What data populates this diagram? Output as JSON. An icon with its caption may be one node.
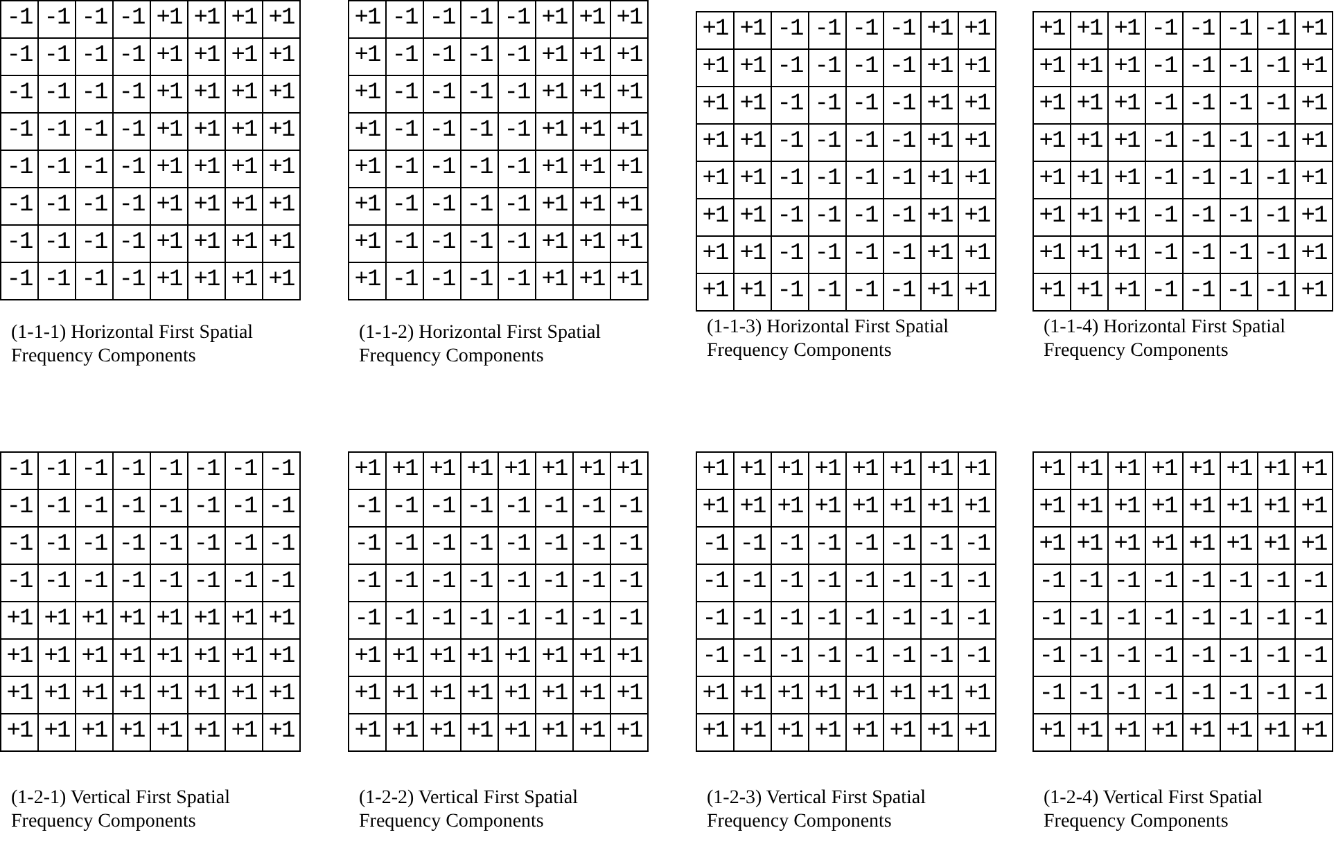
{
  "diagram": {
    "labels": [
      "-1",
      "-1",
      "-1",
      "-1",
      "+1",
      "+1",
      "+1",
      "+1",
      "-1",
      "-1",
      "-1",
      "-1",
      "+1",
      "+1",
      "+1",
      "+1",
      "-1",
      "-1",
      "-1",
      "-1",
      "+1",
      "+1",
      "+1",
      "+1",
      "-1",
      "-1",
      "-1",
      "-1",
      "+1",
      "+1",
      "+1",
      "+1",
      "-1",
      "-1",
      "-1",
      "-1",
      "+1",
      "+1",
      "+1",
      "+1",
      "-1",
      "-1",
      "-1",
      "-1",
      "+1",
      "+1",
      "+1",
      "+1",
      "-1",
      "-1",
      "-1",
      "-1",
      "+1",
      "+1",
      "+1",
      "+1",
      "-1",
      "-1",
      "-1",
      "-1",
      "+1",
      "+1",
      "+1",
      "+1",
      "+1",
      "-1",
      "-1",
      "-1",
      "-1",
      "+1",
      "+1",
      "+1",
      "+1",
      "-1",
      "-1",
      "-1",
      "-1",
      "+1",
      "+1",
      "+1",
      "+1",
      "-1",
      "-1",
      "-1",
      "-1",
      "+1",
      "+1",
      "+1",
      "+1",
      "-1",
      "-1",
      "-1",
      "-1",
      "+1",
      "+1",
      "+1",
      "+1",
      "-1",
      "-1",
      "-1",
      "-1",
      "+1",
      "+1",
      "+1",
      "+1",
      "-1",
      "-1",
      "-1",
      "-1",
      "+1",
      "+1",
      "+1",
      "+1",
      "-1",
      "-1",
      "-1",
      "-1",
      "+1",
      "+1",
      "+1",
      "+1",
      "-1",
      "-1",
      "-1",
      "-1",
      "+1",
      "+1",
      "+1",
      "+1",
      "+1",
      "-1",
      "-1",
      "-1",
      "-1",
      "+1",
      "+1",
      "+1",
      "+1",
      "-1",
      "-1",
      "-1",
      "-1",
      "+1",
      "+1",
      "+1",
      "+1",
      "-1",
      "-1",
      "-1",
      "-1",
      "+1",
      "+1",
      "+1",
      "+1",
      "-1",
      "-1",
      "-1",
      "-1",
      "+1",
      "+1",
      "+1",
      "+1",
      "-1",
      "-1",
      "-1",
      "-1",
      "+1",
      "+1",
      "+1",
      "+1",
      "-1",
      "-1",
      "-1",
      "-1",
      "+1",
      "+1",
      "+1",
      "+1",
      "-1",
      "-1",
      "-1",
      "-1",
      "+1",
      "+1",
      "+1",
      "+1",
      "-1",
      "-1",
      "-1",
      "-1",
      "+1",
      "+1",
      "+1",
      "+1",
      "+1",
      "-1",
      "-1",
      "-1",
      "-1",
      "+1",
      "+1",
      "+1",
      "+1",
      "-1",
      "-1",
      "-1",
      "-1",
      "+1",
      "+1",
      "+1",
      "+1",
      "-1",
      "-1",
      "-1",
      "-1",
      "+1",
      "+1",
      "+1",
      "+1",
      "-1",
      "-1",
      "-1",
      "-1",
      "+1",
      "+1",
      "+1",
      "+1",
      "-1",
      "-1",
      "-1",
      "-1",
      "+1",
      "+1",
      "+1",
      "+1",
      "-1",
      "-1",
      "-1",
      "-1",
      "+1",
      "+1",
      "+1",
      "+1",
      "-1",
      "-1",
      "-1",
      "-1",
      "+1",
      "+1",
      "+1",
      "+1",
      "-1",
      "-1",
      "-1",
      "-1",
      "+1",
      "(1-1-1) Horizontal First Spatial Frequency Components",
      "(1-1-2) Horizontal First Spatial Frequency Components",
      "(1-1-3) Horizontal First Spatial Frequency Components",
      "(1-1-4) Horizontal First Spatial Frequency Components",
      "-1",
      "-1",
      "-1",
      "-1",
      "-1",
      "-1",
      "-1",
      "-1",
      "-1",
      "-1",
      "-1",
      "-1",
      "-1",
      "-1",
      "-1",
      "-1",
      "-1",
      "-1",
      "-1",
      "-1",
      "-1",
      "-1",
      "-1",
      "-1",
      "-1",
      "-1",
      "-1",
      "-1",
      "-1",
      "-1",
      "-1",
      "-1",
      "+1",
      "+1",
      "+1",
      "+1",
      "+1",
      "+1",
      "+1",
      "+1",
      "+1",
      "+1",
      "+1",
      "+1",
      "+1",
      "+1",
      "+1",
      "+1",
      "+1",
      "+1",
      "+1",
      "+1",
      "+1",
      "+1",
      "+1",
      "+1",
      "+1",
      "+1",
      "+1",
      "+1",
      "+1",
      "+1",
      "+1",
      "+1",
      "+1",
      "+1",
      "+1",
      "+1",
      "+1",
      "+1",
      "+1",
      "+1",
      "-1",
      "-1",
      "-1",
      "-1",
      "-1",
      "-1",
      "-1",
      "-1",
      "-1",
      "-1",
      "-1",
      "-1",
      "-1",
      "-1",
      "-1",
      "-1",
      "-1",
      "-1",
      "-1",
      "-1",
      "-1",
      "-1",
      "-1",
      "-1",
      "-1",
      "-1",
      "-1",
      "-1",
      "-1",
      "-1",
      "-1",
      "-1",
      "+1",
      "+1",
      "+1",
      "+1",
      "+1",
      "+1",
      "+1",
      "+1",
      "+1",
      "+1",
      "+1",
      "+1",
      "+1",
      "+1",
      "+1",
      "+1",
      "+1",
      "+1",
      "+1",
      "+1",
      "+1",
      "+1",
      "+1",
      "+1",
      "+1",
      "+1",
      "+1",
      "+1",
      "+1",
      "+1",
      "+1",
      "+1",
      "+1",
      "+1",
      "+1",
      "+1",
      "+1",
      "+1",
      "+1",
      "+1",
      "-1",
      "-1",
      "-1",
      "-1",
      "-1",
      "-1",
      "-1",
      "-1",
      "-1",
      "-1",
      "-1",
      "-1",
      "-1",
      "-1",
      "-1",
      "-1",
      "-1",
      "-1",
      "-1",
      "-1",
      "-1",
      "-1",
      "-1",
      "-1",
      "-1",
      "-1",
      "-1",
      "-1",
      "-1",
      "-1",
      "-1",
      "-1",
      "+1",
      "+1",
      "+1",
      "+1",
      "+1",
      "+1",
      "+1",
      "+1",
      "+1",
      "+1",
      "+1",
      "+1",
      "+1",
      "+1",
      "+1",
      "+1",
      "+1",
      "+1",
      "+1",
      "+1",
      "+1",
      "+1",
      "+1",
      "+1",
      "+1",
      "+1",
      "+1",
      "+1",
      "+1",
      "+1",
      "+1",
      "+1",
      "+1",
      "+1",
      "+1",
      "+1",
      "+1",
      "+1",
      "+1",
      "+1",
      "-1",
      "-1",
      "-1",
      "-1",
      "-1",
      "-1",
      "-1",
      "-1",
      "-1",
      "-1",
      "-1",
      "-1",
      "-1",
      "-1",
      "-1",
      "-1",
      "-1",
      "-1",
      "-1",
      "-1",
      "-1",
      "-1",
      "-1",
      "-1",
      "-1",
      "-1",
      "-1",
      "-1",
      "-1",
      "-1",
      "-1",
      "-1",
      "+1",
      "+1",
      "+1",
      "+1",
      "+1",
      "+1",
      "+1",
      "+1",
      "(1-2-1) Vertical First Spatial Frequency Components",
      "(1-2-2) Vertical First Spatial Frequency Components",
      "(1-2-3) Vertical First Spatial Frequency Components",
      "(1-2-4) Vertical First Spatial Frequency Components"
    ]
  }
}
